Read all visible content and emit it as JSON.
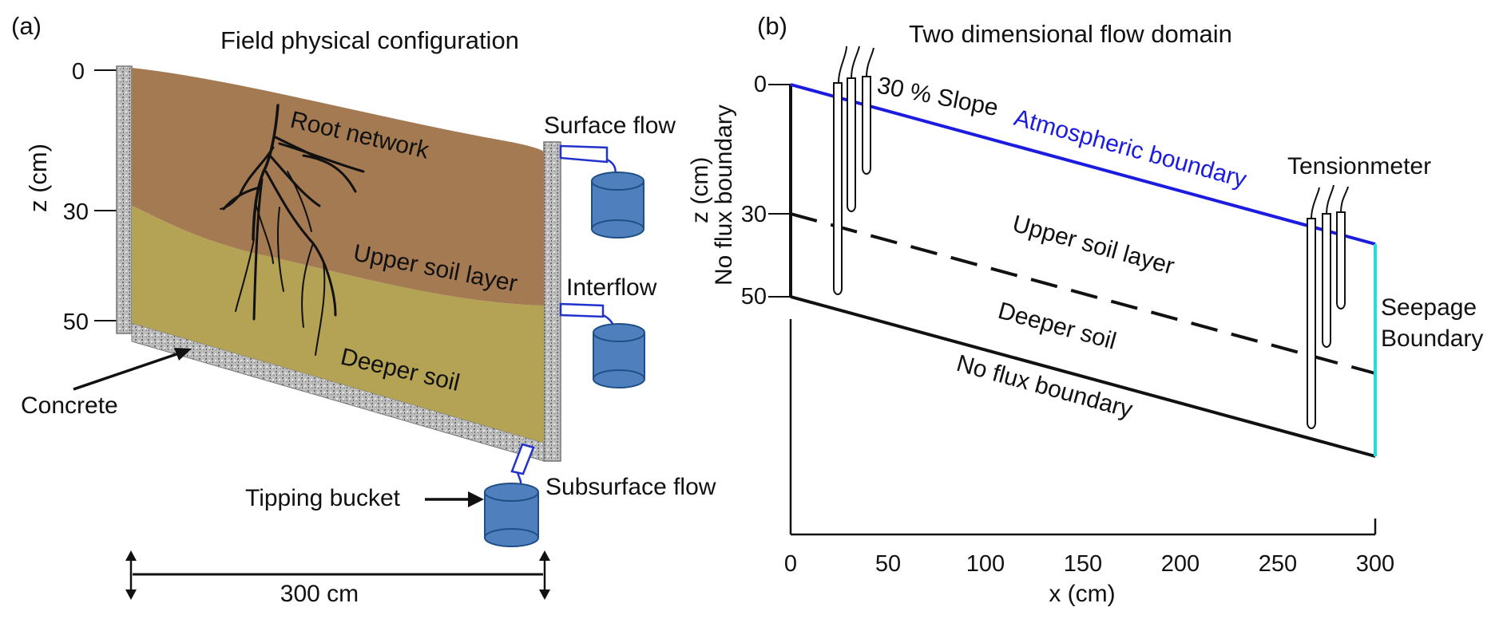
{
  "colors": {
    "upper_soil": "#a47a53",
    "deeper_soil": "#b5a355",
    "concrete": "#b9b9b9",
    "bucket": "#4f80bd",
    "bucket_edge": "#1f4f86",
    "pipe": "#2233cc",
    "atmospheric_line": "#1c1ce0",
    "seepage_line": "#22dddd",
    "ink": "#111111"
  },
  "panel_a": {
    "tag": "(a)",
    "title": "Field physical configuration",
    "axis_label": "z (cm)",
    "z_ticks": [
      "0",
      "30",
      "50"
    ],
    "labels": {
      "root_network": "Root network",
      "upper_soil_layer": "Upper soil layer",
      "deeper_soil": "Deeper soil",
      "concrete": "Concrete",
      "surface_flow": "Surface flow",
      "interflow": "Interflow",
      "subsurface_flow": "Subsurface flow",
      "tipping_bucket": "Tipping bucket",
      "width": "300 cm"
    }
  },
  "panel_b": {
    "tag": "(b)",
    "title": "Two dimensional flow domain",
    "labels": {
      "slope": "30 % Slope",
      "atmospheric_boundary": "Atmospheric boundary",
      "tensionmeter": "Tensionmeter",
      "upper_soil_layer": "Upper soil layer",
      "deeper_soil": "Deeper soil",
      "no_flux_bottom": "No flux boundary",
      "no_flux_left": "No flux boundary",
      "seepage_line1": "Seepage",
      "seepage_line2": "Boundary"
    },
    "z_axis": {
      "label": "z (cm)",
      "ticks": [
        "0",
        "30",
        "50"
      ]
    },
    "x_axis": {
      "label": "x (cm)",
      "ticks": [
        "0",
        "50",
        "100",
        "150",
        "200",
        "250",
        "300"
      ]
    }
  }
}
